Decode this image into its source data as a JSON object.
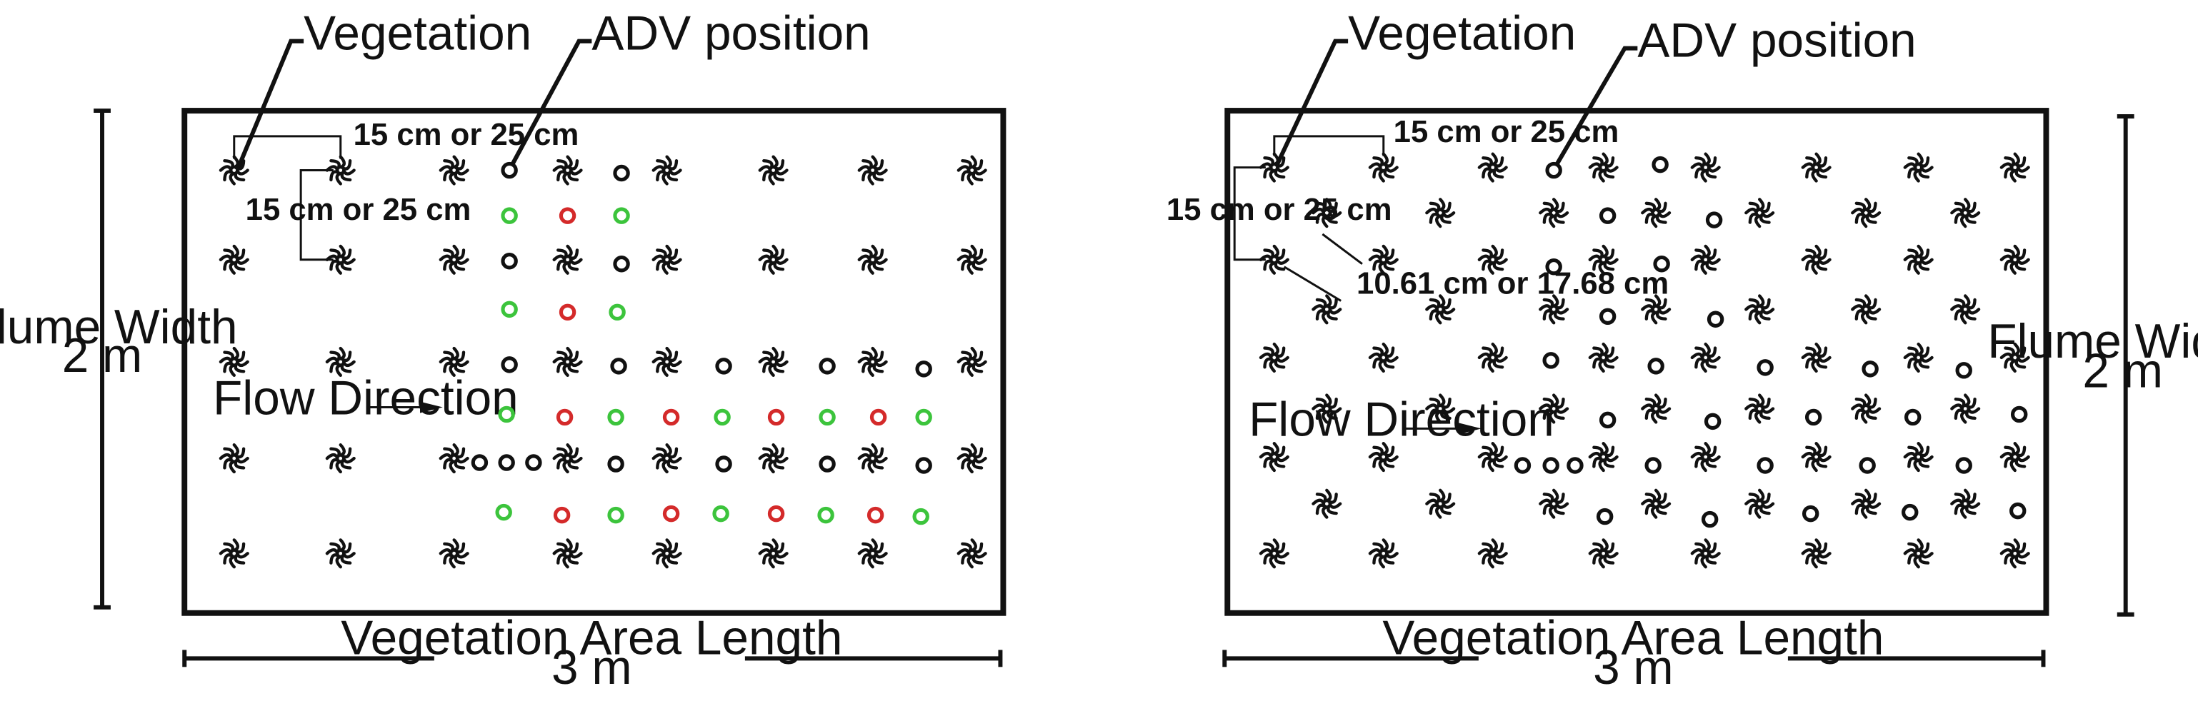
{
  "labels": {
    "vegetation": "Vegetation",
    "adv_position": "ADV position",
    "flume_width": "Flume Width",
    "width_value": "2 m",
    "flow_direction": "Flow Direction",
    "length_label": "Vegetation Area Length",
    "length_value": "3 m",
    "spacing": "15 cm or 25 cm",
    "diagonal_spacing": "10.61 cm or 17.68 cm"
  },
  "colors": {
    "adv_black": "#111111",
    "adv_green": "#3cc43c",
    "adv_red": "#d42a2a"
  },
  "panels": [
    {
      "name": "aligned-arrangement",
      "plants": [
        [
          165,
          120
        ],
        [
          240,
          120
        ],
        [
          320,
          120
        ],
        [
          400,
          120
        ],
        [
          470,
          120
        ],
        [
          545,
          120
        ],
        [
          615,
          120
        ],
        [
          685,
          120
        ],
        [
          165,
          183
        ],
        [
          240,
          183
        ],
        [
          320,
          183
        ],
        [
          400,
          183
        ],
        [
          470,
          183
        ],
        [
          545,
          183
        ],
        [
          615,
          183
        ],
        [
          685,
          183
        ],
        [
          165,
          255
        ],
        [
          240,
          255
        ],
        [
          320,
          255
        ],
        [
          400,
          255
        ],
        [
          470,
          255
        ],
        [
          545,
          255
        ],
        [
          615,
          255
        ],
        [
          685,
          255
        ],
        [
          165,
          323
        ],
        [
          240,
          323
        ],
        [
          320,
          323
        ],
        [
          400,
          323
        ],
        [
          470,
          323
        ],
        [
          545,
          323
        ],
        [
          615,
          323
        ],
        [
          685,
          323
        ],
        [
          165,
          390
        ],
        [
          240,
          390
        ],
        [
          320,
          390
        ],
        [
          400,
          390
        ],
        [
          470,
          390
        ],
        [
          545,
          390
        ],
        [
          615,
          390
        ],
        [
          685,
          390
        ]
      ],
      "adv": [
        [
          359,
          120,
          "black"
        ],
        [
          438,
          122,
          "black"
        ],
        [
          359,
          152,
          "green"
        ],
        [
          400,
          152,
          "red"
        ],
        [
          438,
          152,
          "green"
        ],
        [
          359,
          184,
          "black"
        ],
        [
          438,
          186,
          "black"
        ],
        [
          359,
          218,
          "green"
        ],
        [
          400,
          220,
          "red"
        ],
        [
          435,
          220,
          "green"
        ],
        [
          359,
          257,
          "black"
        ],
        [
          436,
          258,
          "black"
        ],
        [
          510,
          258,
          "black"
        ],
        [
          583,
          258,
          "black"
        ],
        [
          651,
          260,
          "black"
        ],
        [
          357,
          292,
          "green"
        ],
        [
          398,
          294,
          "red"
        ],
        [
          434,
          294,
          "green"
        ],
        [
          473,
          294,
          "red"
        ],
        [
          509,
          294,
          "green"
        ],
        [
          547,
          294,
          "red"
        ],
        [
          583,
          294,
          "green"
        ],
        [
          619,
          294,
          "red"
        ],
        [
          651,
          294,
          "green"
        ],
        [
          338,
          326,
          "black"
        ],
        [
          357,
          326,
          "black"
        ],
        [
          376,
          326,
          "black"
        ],
        [
          434,
          327,
          "black"
        ],
        [
          510,
          327,
          "black"
        ],
        [
          583,
          327,
          "black"
        ],
        [
          651,
          328,
          "black"
        ],
        [
          355,
          361,
          "green"
        ],
        [
          396,
          363,
          "red"
        ],
        [
          434,
          363,
          "green"
        ],
        [
          473,
          362,
          "red"
        ],
        [
          508,
          362,
          "green"
        ],
        [
          547,
          362,
          "red"
        ],
        [
          582,
          363,
          "green"
        ],
        [
          617,
          363,
          "red"
        ],
        [
          649,
          364,
          "green"
        ]
      ]
    },
    {
      "name": "staggered-arrangement",
      "plants": [
        [
          898,
          118
        ],
        [
          975,
          118
        ],
        [
          1052,
          118
        ],
        [
          1130,
          118
        ],
        [
          1202,
          118
        ],
        [
          1280,
          118
        ],
        [
          1352,
          118
        ],
        [
          1420,
          118
        ],
        [
          935,
          150
        ],
        [
          1015,
          150
        ],
        [
          1095,
          150
        ],
        [
          1167,
          150
        ],
        [
          1240,
          150
        ],
        [
          1315,
          150
        ],
        [
          1385,
          150
        ],
        [
          898,
          183
        ],
        [
          975,
          183
        ],
        [
          1052,
          183
        ],
        [
          1130,
          183
        ],
        [
          1202,
          183
        ],
        [
          1280,
          183
        ],
        [
          1352,
          183
        ],
        [
          1420,
          183
        ],
        [
          935,
          218
        ],
        [
          1015,
          218
        ],
        [
          1095,
          218
        ],
        [
          1167,
          218
        ],
        [
          1240,
          218
        ],
        [
          1315,
          218
        ],
        [
          1385,
          218
        ],
        [
          898,
          252
        ],
        [
          975,
          252
        ],
        [
          1052,
          252
        ],
        [
          1130,
          252
        ],
        [
          1202,
          252
        ],
        [
          1280,
          252
        ],
        [
          1352,
          252
        ],
        [
          1420,
          252
        ],
        [
          935,
          288
        ],
        [
          1015,
          288
        ],
        [
          1095,
          288
        ],
        [
          1167,
          288
        ],
        [
          1240,
          288
        ],
        [
          1315,
          288
        ],
        [
          1385,
          288
        ],
        [
          898,
          322
        ],
        [
          975,
          322
        ],
        [
          1052,
          322
        ],
        [
          1130,
          322
        ],
        [
          1202,
          322
        ],
        [
          1280,
          322
        ],
        [
          1352,
          322
        ],
        [
          1420,
          322
        ],
        [
          935,
          355
        ],
        [
          1015,
          355
        ],
        [
          1095,
          355
        ],
        [
          1167,
          355
        ],
        [
          1240,
          355
        ],
        [
          1315,
          355
        ],
        [
          1385,
          355
        ],
        [
          898,
          390
        ],
        [
          975,
          390
        ],
        [
          1052,
          390
        ],
        [
          1130,
          390
        ],
        [
          1202,
          390
        ],
        [
          1280,
          390
        ],
        [
          1352,
          390
        ],
        [
          1420,
          390
        ]
      ],
      "adv": [
        [
          1095,
          120,
          "black"
        ],
        [
          1170,
          116,
          "black"
        ],
        [
          1133,
          152,
          "black"
        ],
        [
          1208,
          155,
          "black"
        ],
        [
          1095,
          188,
          "black"
        ],
        [
          1171,
          186,
          "black"
        ],
        [
          1133,
          223,
          "black"
        ],
        [
          1209,
          225,
          "black"
        ],
        [
          1093,
          254,
          "black"
        ],
        [
          1167,
          258,
          "black"
        ],
        [
          1244,
          259,
          "black"
        ],
        [
          1318,
          260,
          "black"
        ],
        [
          1384,
          261,
          "black"
        ],
        [
          1133,
          296,
          "black"
        ],
        [
          1207,
          297,
          "black"
        ],
        [
          1278,
          294,
          "black"
        ],
        [
          1348,
          294,
          "black"
        ],
        [
          1423,
          292,
          "black"
        ],
        [
          1073,
          328,
          "black"
        ],
        [
          1093,
          328,
          "black"
        ],
        [
          1110,
          328,
          "black"
        ],
        [
          1165,
          328,
          "black"
        ],
        [
          1244,
          328,
          "black"
        ],
        [
          1316,
          328,
          "black"
        ],
        [
          1384,
          328,
          "black"
        ],
        [
          1131,
          364,
          "black"
        ],
        [
          1205,
          366,
          "black"
        ],
        [
          1276,
          362,
          "black"
        ],
        [
          1346,
          361,
          "black"
        ],
        [
          1422,
          360,
          "black"
        ]
      ]
    }
  ]
}
